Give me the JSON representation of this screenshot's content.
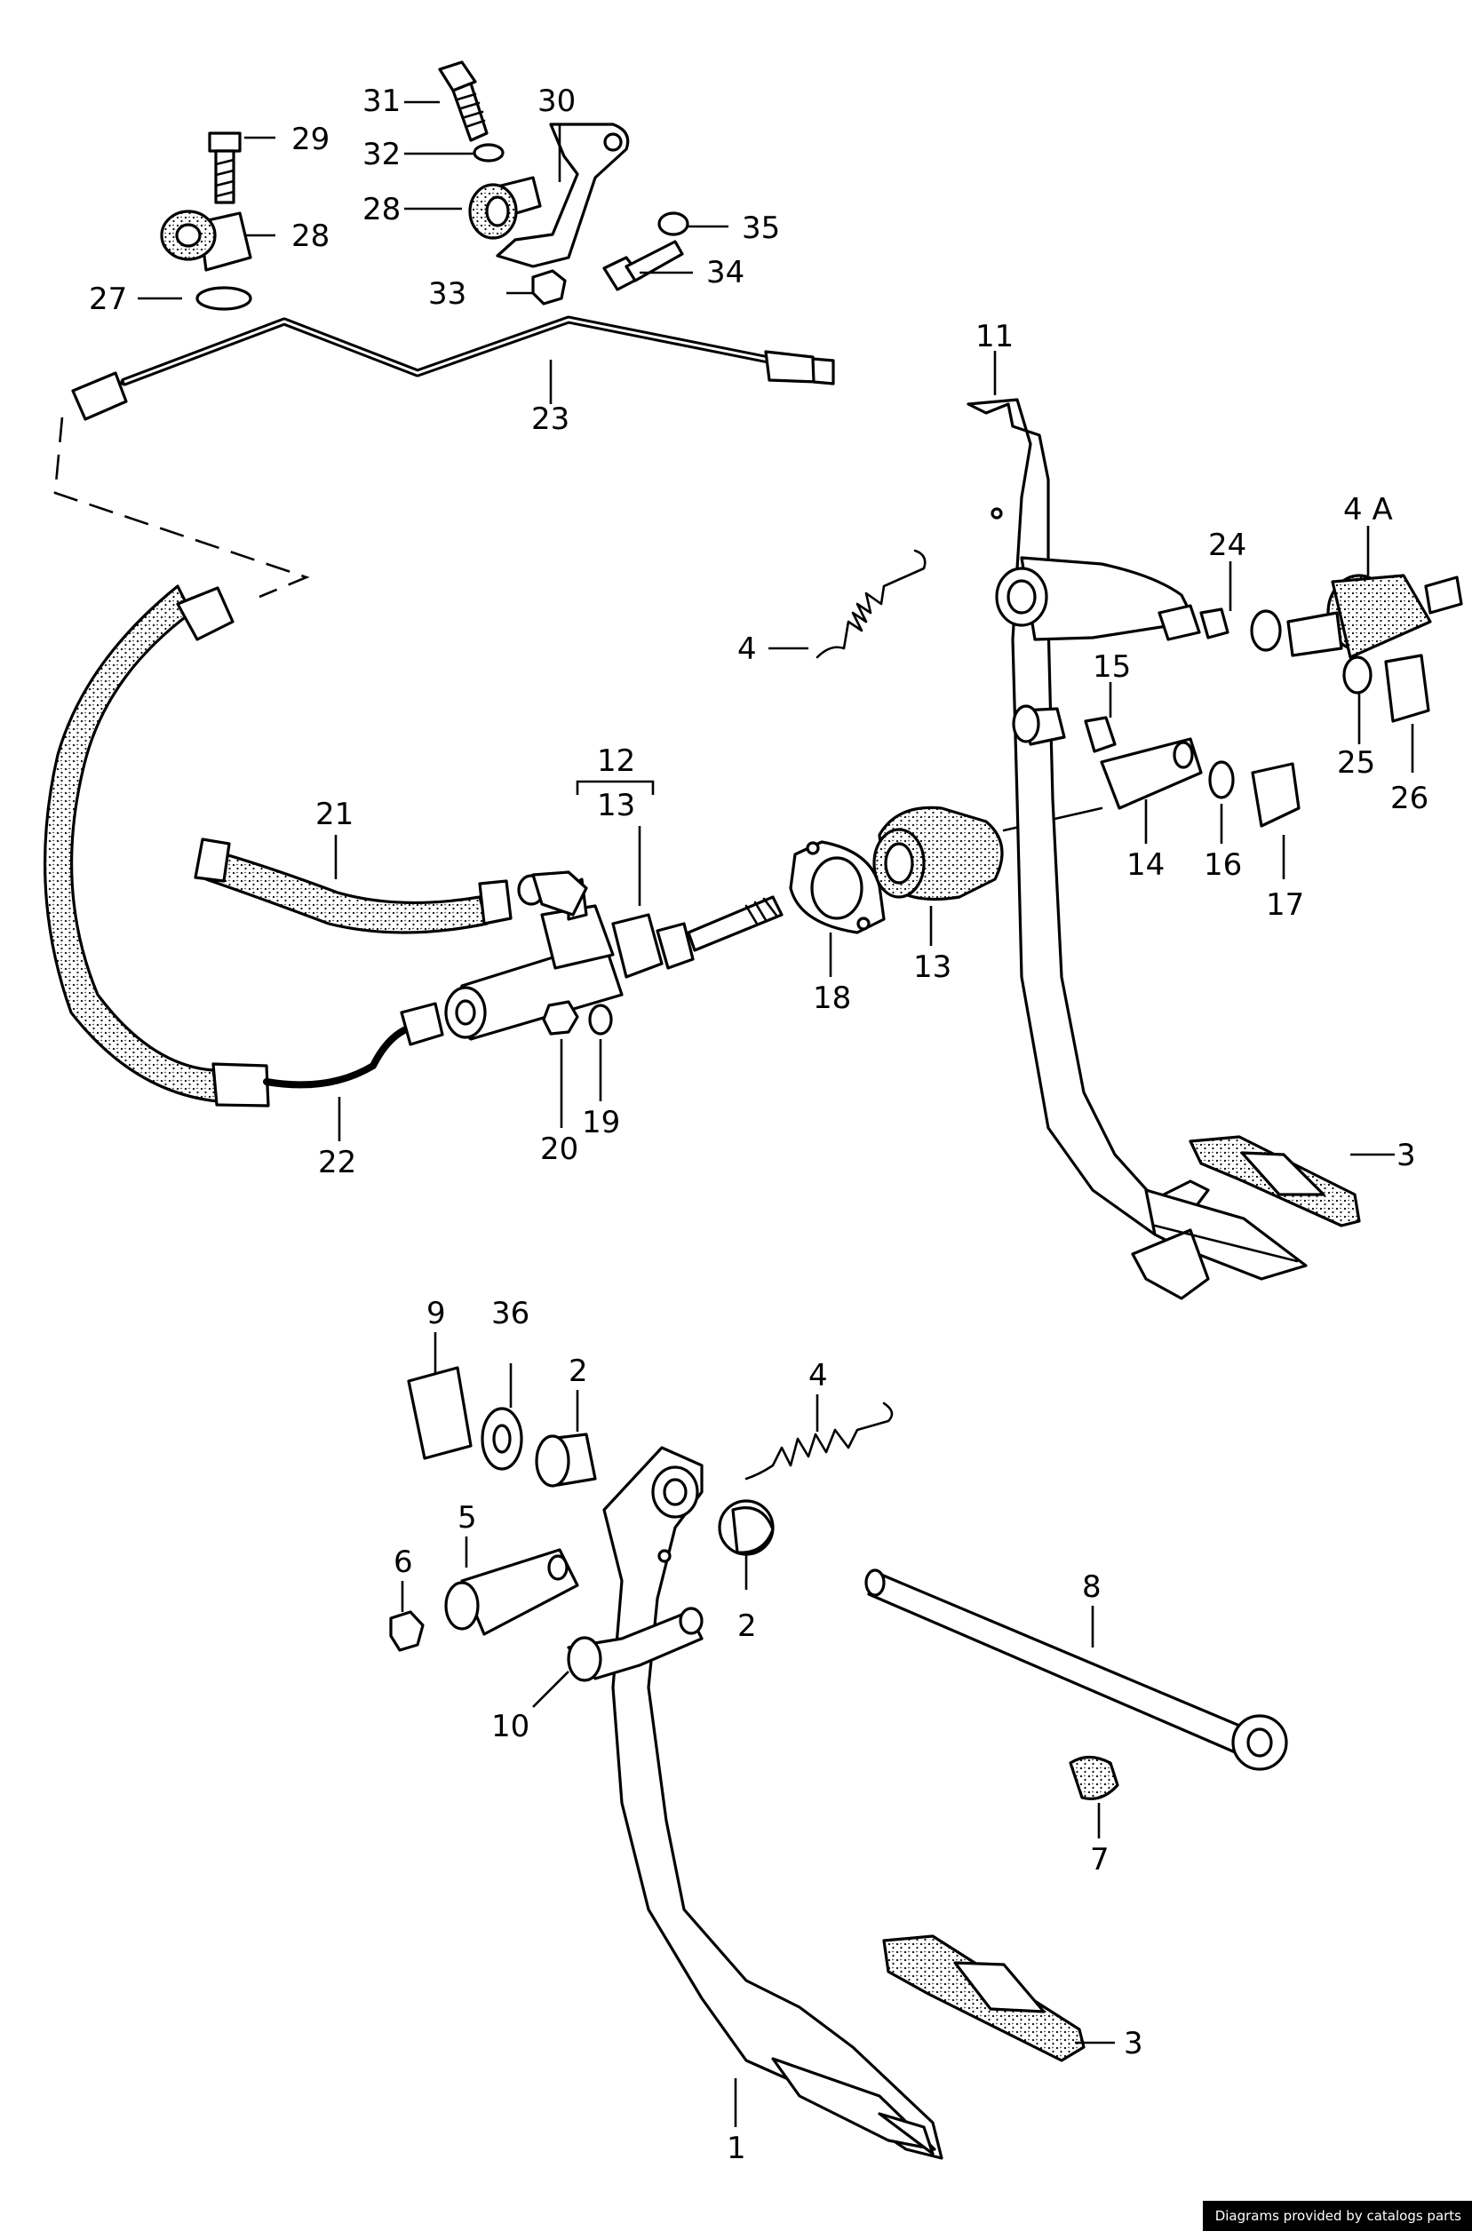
{
  "callouts": [
    {
      "id": "c31",
      "label": "31"
    },
    {
      "id": "c30",
      "label": "30"
    },
    {
      "id": "c29",
      "label": "29"
    },
    {
      "id": "c32",
      "label": "32"
    },
    {
      "id": "c28a",
      "label": "28"
    },
    {
      "id": "c28b",
      "label": "28"
    },
    {
      "id": "c35",
      "label": "35"
    },
    {
      "id": "c34",
      "label": "34"
    },
    {
      "id": "c27",
      "label": "27"
    },
    {
      "id": "c33",
      "label": "33"
    },
    {
      "id": "c23",
      "label": "23"
    },
    {
      "id": "c11",
      "label": "11"
    },
    {
      "id": "c24",
      "label": "24"
    },
    {
      "id": "c4A",
      "label": "4 A"
    },
    {
      "id": "c4a",
      "label": "4"
    },
    {
      "id": "c15",
      "label": "15"
    },
    {
      "id": "c25",
      "label": "25"
    },
    {
      "id": "c26",
      "label": "26"
    },
    {
      "id": "c12",
      "label": "12"
    },
    {
      "id": "c13a",
      "label": "13"
    },
    {
      "id": "c21",
      "label": "21"
    },
    {
      "id": "c14",
      "label": "14"
    },
    {
      "id": "c16",
      "label": "16"
    },
    {
      "id": "c17",
      "label": "17"
    },
    {
      "id": "c18",
      "label": "18"
    },
    {
      "id": "c13b",
      "label": "13"
    },
    {
      "id": "c20",
      "label": "20"
    },
    {
      "id": "c19",
      "label": "19"
    },
    {
      "id": "c22",
      "label": "22"
    },
    {
      "id": "c3a",
      "label": "3"
    },
    {
      "id": "c9",
      "label": "9"
    },
    {
      "id": "c36",
      "label": "36"
    },
    {
      "id": "c2a",
      "label": "2"
    },
    {
      "id": "c4b",
      "label": "4"
    },
    {
      "id": "c6",
      "label": "6"
    },
    {
      "id": "c5",
      "label": "5"
    },
    {
      "id": "c8",
      "label": "8"
    },
    {
      "id": "c2b",
      "label": "2"
    },
    {
      "id": "c10",
      "label": "10"
    },
    {
      "id": "c7",
      "label": "7"
    },
    {
      "id": "c3b",
      "label": "3"
    },
    {
      "id": "c1",
      "label": "1"
    }
  ],
  "credit": "Diagrams provided by catalogs parts"
}
